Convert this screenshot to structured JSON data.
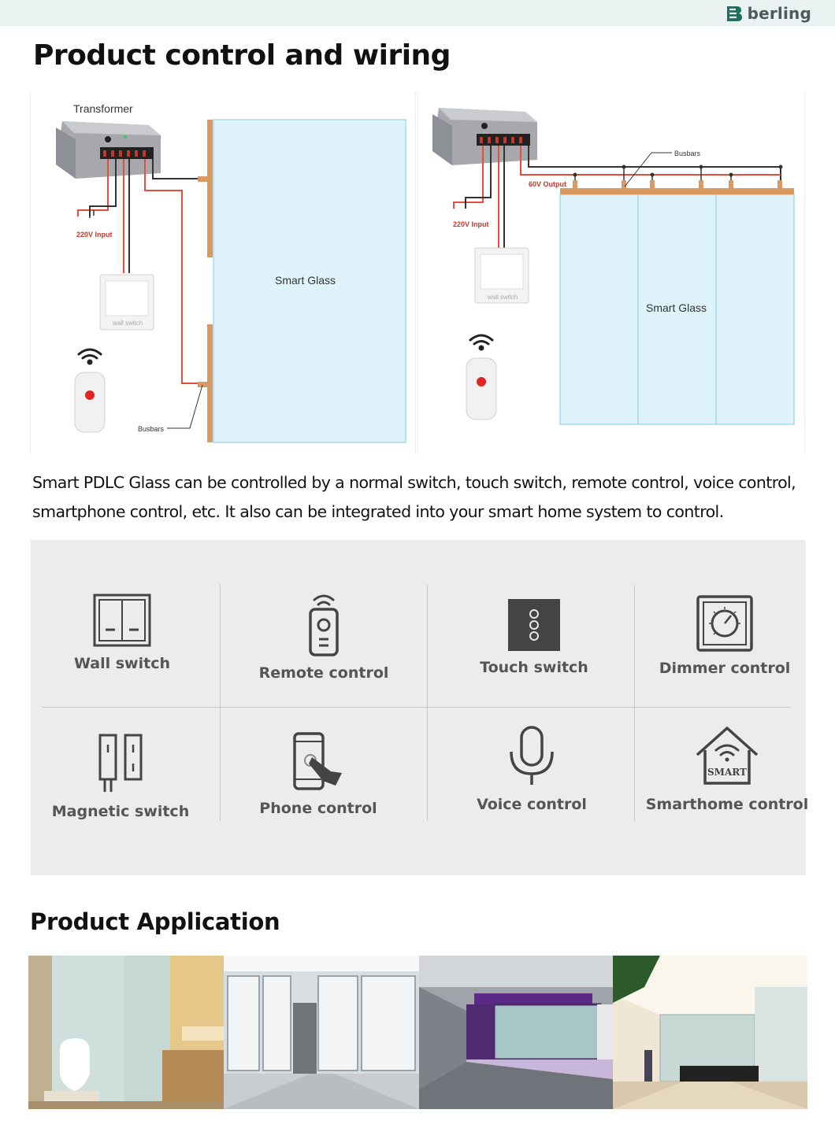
{
  "brand": {
    "name": "berling",
    "logo_icon": "berling-logo-icon",
    "color": "#1f6e5e"
  },
  "section1": {
    "title": "Product control and wiring"
  },
  "diagram_left": {
    "transformer": "Transformer",
    "input": "220V Input",
    "wall_switch": "wall switch",
    "busbars": "Busbars",
    "glass": "Smart Glass"
  },
  "diagram_right": {
    "busbars": "Busbars",
    "output": "60V Output",
    "input": "220V Input",
    "wall_switch": "wall switch",
    "glass": "Smart Glass"
  },
  "description": {
    "line1": "Smart PDLC Glass can be controlled by a normal switch, touch switch, remote control, voice control,",
    "line2": "smartphone control, etc. It also can be integrated into your smart home system to control."
  },
  "controls": [
    {
      "label": "Wall switch",
      "icon": "wall-switch-icon"
    },
    {
      "label": "Remote control",
      "icon": "remote-control-icon"
    },
    {
      "label": "Touch switch",
      "icon": "touch-switch-icon"
    },
    {
      "label": "Dimmer control",
      "icon": "dimmer-icon"
    },
    {
      "label": "Magnetic switch",
      "icon": "magnetic-switch-icon"
    },
    {
      "label": "Phone control",
      "icon": "phone-control-icon"
    },
    {
      "label": "Voice control",
      "icon": "microphone-icon"
    },
    {
      "label": "Smarthome control",
      "icon": "smart-home-icon",
      "badge": "SMART"
    }
  ],
  "section2": {
    "title": "Product Application"
  },
  "applications": [
    {
      "name": "bathroom-photo"
    },
    {
      "name": "office-partition-photo"
    },
    {
      "name": "corridor-photo"
    },
    {
      "name": "reception-hall-photo"
    }
  ]
}
